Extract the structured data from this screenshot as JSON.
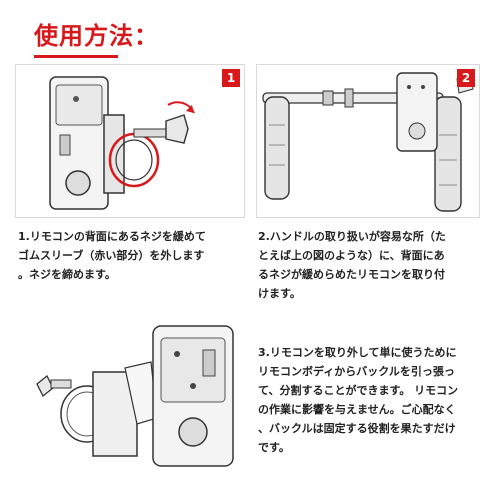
{
  "header": {
    "title": "使用方法："
  },
  "panels": [
    {
      "badge": "1"
    },
    {
      "badge": "2"
    }
  ],
  "texts": {
    "step1": [
      "1.リモコンの背面にあるネジを緩めて",
      "ゴムスリーブ（赤い部分）を外します",
      "。ネジを締めます。"
    ],
    "step2": [
      "2.ハンドルの取り扱いが容易な所（た",
      "とえば上の図のような）に、背面にあ",
      "るネジが緩めらめたリモコンを取り付",
      "けます。"
    ],
    "step3": [
      "3.リモコンを取り外して単に使うために",
      "リモコンボディからバックルを引っ張っ",
      "て、分割することができます。 リモコン",
      "の作業に影響を与えません。ご心配なく",
      "、バックルは固定する役割を果たすだけ",
      "です。"
    ]
  },
  "colors": {
    "accent": "#d8191c",
    "border": "#d9d9d9"
  }
}
